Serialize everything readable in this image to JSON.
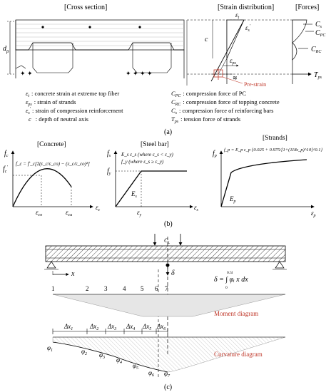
{
  "panel_a": {
    "titles": {
      "cross_section": "[Cross section]",
      "strain": "[Strain distribution]",
      "forces": "[Forces]"
    },
    "dims": {
      "dp": "d",
      "dp_sub": "p",
      "c": "c"
    },
    "strain_labels": {
      "et": "ε",
      "et_sub": "t",
      "es": "ε",
      "es_sub": "s",
      "es_sup": "′",
      "eps": "ε",
      "eps_sub": "ps",
      "prestrain": "Pre-strain"
    },
    "force_labels": {
      "Cs": "C",
      "Cs_sub": "s",
      "Cpc": "C",
      "Cpc_sub": "PC",
      "Crc": "C",
      "Crc_sub": "RC",
      "Tps": "T",
      "Tps_sub": "ps"
    },
    "legend_left": [
      {
        "sym": "ε",
        "sub": "t",
        "sup": "",
        "text": ": concrete strain at extreme top fiber"
      },
      {
        "sym": "ε",
        "sub": "ps",
        "sup": "",
        "text": ": strain of strands"
      },
      {
        "sym": "ε",
        "sub": "s",
        "sup": "′",
        "text": ": strain of compression reinforcement"
      },
      {
        "sym": "c",
        "sub": "",
        "sup": "",
        "text": ": depth of neutral axis"
      }
    ],
    "legend_right": [
      {
        "sym": "C",
        "sub": "PC",
        "text": ": compression force of PC"
      },
      {
        "sym": "C",
        "sub": "RC",
        "text": ": compression force of topping concrete"
      },
      {
        "sym": "C",
        "sub": "s",
        "text": ": compression force of reinforcing bars"
      },
      {
        "sym": "T",
        "sub": "ps",
        "text": ": tension force of strands"
      }
    ],
    "caption": "(a)"
  },
  "panel_b": {
    "concrete": {
      "title": "[Concrete]",
      "ylabel": "f",
      "ylabel_sub": "c",
      "ypeak": "f",
      "ypeak_sub": "c",
      "ypeak_sup": "′",
      "formula": "f_c = f′_c[2(ε_c/ε_co) − (ε_c/ε_co)²]",
      "x1": "ε",
      "x1_sub": "co",
      "x2": "ε",
      "x2_sub": "cu",
      "xlabel": "ε",
      "xlabel_sub": "c"
    },
    "steel": {
      "title": "[Steel bar]",
      "ylabel": "f",
      "ylabel_sub": "s",
      "fy": "f",
      "fy_sub": "y",
      "formula_line1": "E_s ε_s  (where ε_s < ε_y)",
      "formula_line2": "f_y       (where ε_s ≥ ε_y)",
      "slope": "E",
      "slope_sub": "s",
      "x1": "ε",
      "x1_sub": "y",
      "xlabel": "ε",
      "xlabel_sub": "s"
    },
    "strands": {
      "title": "[Strands]",
      "ylabel": "f",
      "ylabel_sub": "p",
      "formula": "f_p = E_p ε_p {0.025 + 0.975/[1+(118ε_p)^10]^0.1}",
      "slope": "E",
      "slope_sub": "p",
      "xlabel": "ε",
      "xlabel_sub": "p"
    },
    "caption": "(b)"
  },
  "panel_c": {
    "axis_x": "x",
    "delta": "δ",
    "cl": "C",
    "cl_sub": "L",
    "integral": "δ = ∫ φᵢ x dx",
    "integral_upper": "0.5l",
    "integral_lower": "0",
    "stations": [
      "1",
      "2",
      "3",
      "4",
      "5",
      "6",
      "7"
    ],
    "dx_labels": [
      "Δx",
      "Δx",
      "Δx",
      "Δx",
      "Δx",
      "Δx"
    ],
    "dx_subs": [
      "1",
      "2",
      "3",
      "4",
      "5",
      "6"
    ],
    "phi_labels": [
      "φ",
      "φ",
      "φ",
      "φ",
      "φ",
      "φ",
      "φ"
    ],
    "phi_subs": [
      "1",
      "2",
      "3",
      "4",
      "5",
      "6",
      "7"
    ],
    "moment_label": "Moment diagram",
    "curvature_label": "Curvature diagram",
    "caption": "(c)"
  },
  "colors": {
    "accent_red": "#c0392b",
    "line": "#000000",
    "fill_grey": "#c8c8c8",
    "light_grey": "#e6e6e6"
  }
}
